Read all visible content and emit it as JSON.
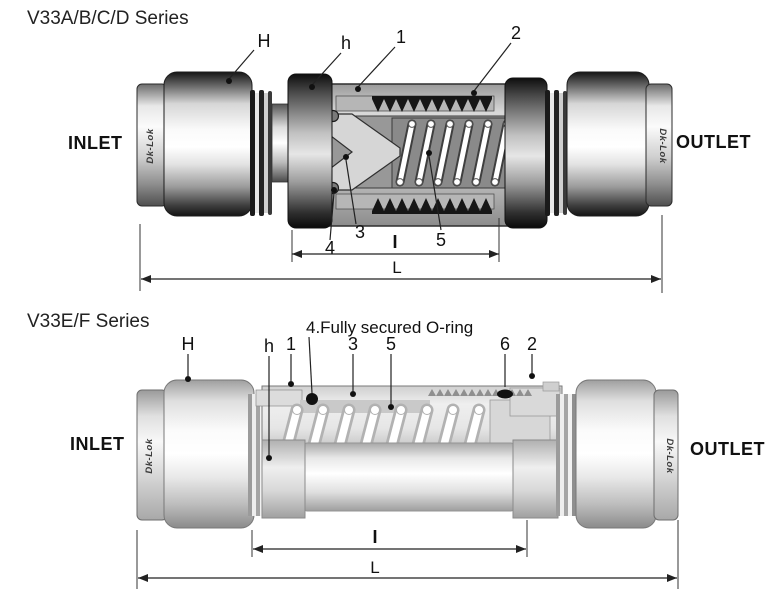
{
  "diagrams": [
    {
      "title": "V33A/B/C/D Series",
      "inlet": "INLET",
      "outlet": "OUTLET",
      "brand_left": "Dk-Lok",
      "brand_right": "Dk-Lok",
      "callouts": [
        {
          "label": "H"
        },
        {
          "label": "h"
        },
        {
          "label": "1"
        },
        {
          "label": "2"
        },
        {
          "label": "3"
        },
        {
          "label": "4"
        },
        {
          "label": "5"
        }
      ],
      "dim_inner": "I",
      "dim_overall": "L"
    },
    {
      "title": "V33E/F Series",
      "annotation": "4.Fully secured O-ring",
      "inlet": "INLET",
      "outlet": "OUTLET",
      "brand_left": "Dk-Lok",
      "brand_right": "Dk-Lok",
      "callouts": [
        {
          "label": "H"
        },
        {
          "label": "h"
        },
        {
          "label": "1"
        },
        {
          "label": "3"
        },
        {
          "label": "5"
        },
        {
          "label": "6"
        },
        {
          "label": "2"
        }
      ],
      "dim_inner": "I",
      "dim_overall": "L"
    }
  ],
  "colors": {
    "background": "#ffffff",
    "text": "#111111",
    "line": "#222222",
    "cavity": "#989898",
    "thread": "#161616",
    "spring": "#ffffff"
  }
}
